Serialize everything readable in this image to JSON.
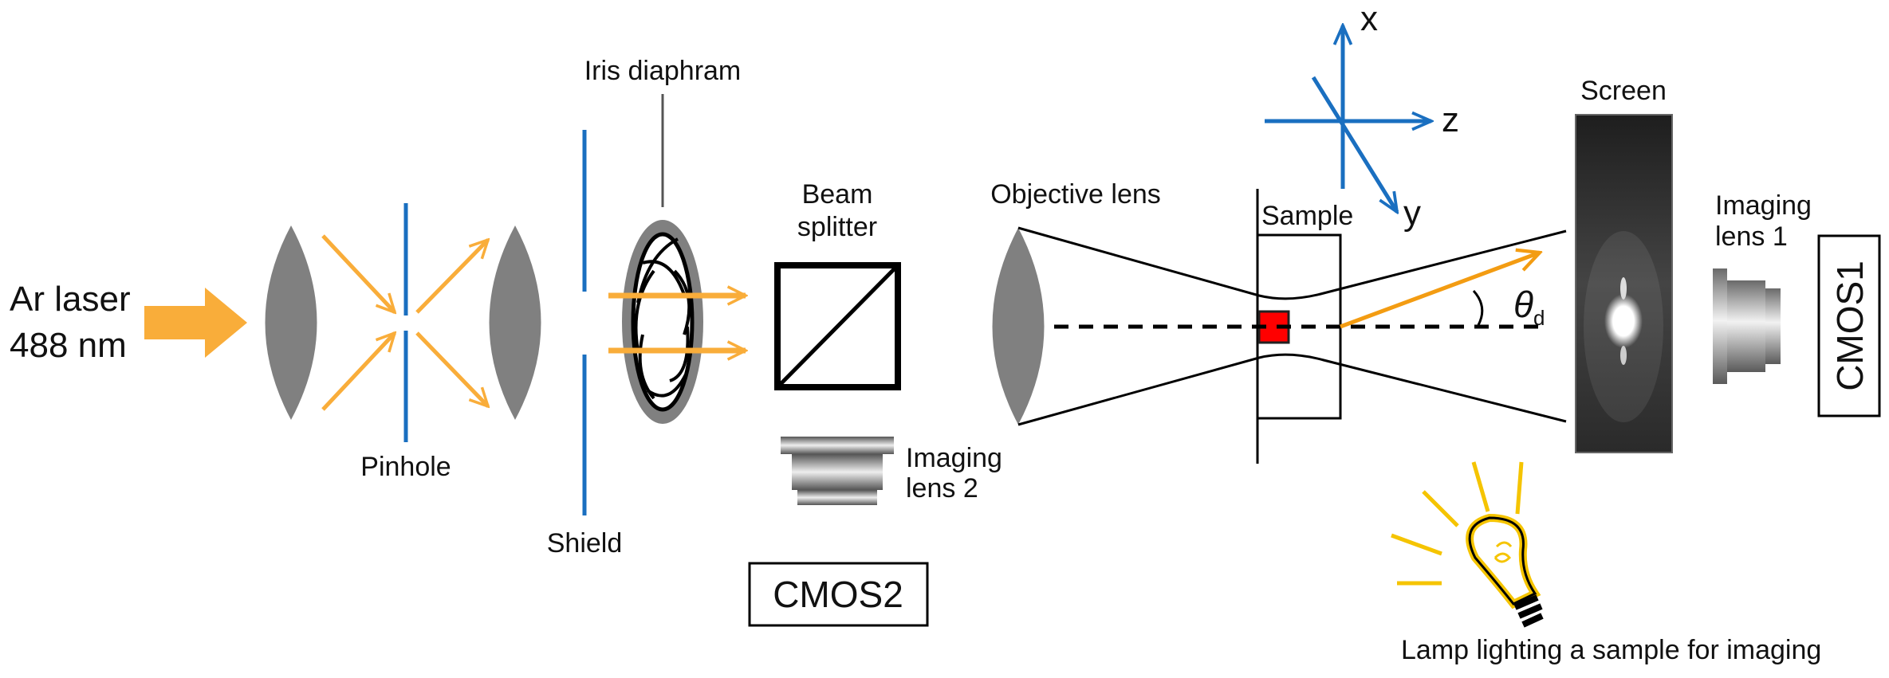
{
  "labels": {
    "laser_line1": "Ar laser",
    "laser_line2": "488 nm",
    "pinhole": "Pinhole",
    "shield": "Shield",
    "iris": "Iris diaphram",
    "beam_splitter_line1": "Beam",
    "beam_splitter_line2": "splitter",
    "imaging_lens2_line1": "Imaging",
    "imaging_lens2_line2": "lens 2",
    "cmos2": "CMOS2",
    "objective": "Objective lens",
    "sample": "Sample",
    "axis_x": "x",
    "axis_y": "y",
    "axis_z": "z",
    "theta": "θ",
    "theta_sub": "d",
    "screen": "Screen",
    "imaging_lens1_line1": "Imaging",
    "imaging_lens1_line2": "lens 1",
    "cmos1": "CMOS1",
    "lamp": "Lamp lighting a sample for imaging"
  },
  "colors": {
    "laser": "#f9ad3a",
    "optics_blue": "#1a6fc0",
    "lens_gray": "#808080",
    "sample_red": "#ff0000",
    "lamp_yellow": "#f5c400"
  }
}
